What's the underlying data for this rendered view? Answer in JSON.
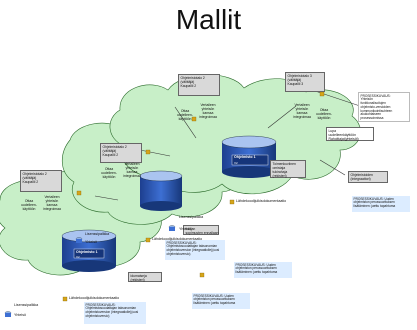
{
  "title": "Mallit",
  "sources": [
    {
      "lines": [
        "Ohjelmistotalo 2",
        "(välittäjä)",
        "Kaupallii 2"
      ]
    },
    {
      "lines": [
        "Ohjelmistotalo 3",
        "(välittäjä)",
        "Kaupallii 3"
      ]
    },
    {
      "lines": [
        "Ohjelmistotalo 2",
        "(välittäjä)",
        "Kaupallii 2"
      ]
    },
    {
      "lines": [
        "Ohjelmistotalo 2",
        "(välittäjä)",
        "Kaupallii 2"
      ]
    }
  ],
  "flow_labels": {
    "ottaa": [
      "Ottaa",
      "uudelleen-",
      "käyttöön"
    ],
    "vertaa": [
      "Vertaileen",
      "yhteisön",
      "kanssa",
      "integroimaa"
    ]
  },
  "ohjelmisto": {
    "name": "Ohjelmisto 1",
    "version": "V2"
  },
  "lupa_box": [
    "Lupa",
    "uudelleenkäyttöön",
    "Rahoittajat(yhteisöt)"
  ],
  "toimenkuva_box": [
    "Toimenkuviinen",
    "omistaja",
    "tukirahaja",
    "(rekisteri)"
  ],
  "ohjelmistoiden_box": [
    "Ohjelmistoiden",
    "(integraattori)"
  ],
  "tukijan_box": [
    "tukijan",
    "sopimusten ennallaan"
  ],
  "idumaiseja_box": [
    "idumaiseja",
    "(rekisteri)"
  ],
  "prosessikuvaus_top": [
    "PROSESSIKUVAUS:",
    "Yhteisön",
    "funktionalisoitujen",
    "ohjelmisto-versioiden",
    "kommunikointisuhteen",
    "akukohtaiseen",
    "prosessoinnissa"
  ],
  "prosessikuvaus_right": [
    "PROSESSIKUVAUS: Uuden",
    "ohjelmiston perussuorituksen",
    "lisätäminen: jaettu tapahtuma"
  ],
  "prosessikuvaus_ratsi": [
    "PROSESSIKUVAUS:",
    "Ohjelmistosuodattajan taksonomian",
    "ohjelmistoversion (integraatiolle)(uusi",
    "ohjelmistoversio)"
  ],
  "prosessikuvaus_lisa": [
    "PROSESSIKUVAUS: Uuden",
    "ohjelmiston perussuorituksen",
    "lisätäminen: jaettu tapahtuma"
  ],
  "doc_label": "Lähdekoodijulkisdokumentaatio",
  "legend": {
    "lisenssi": "Lisenssipalikka",
    "yhteiso": "Yhteisö"
  }
}
